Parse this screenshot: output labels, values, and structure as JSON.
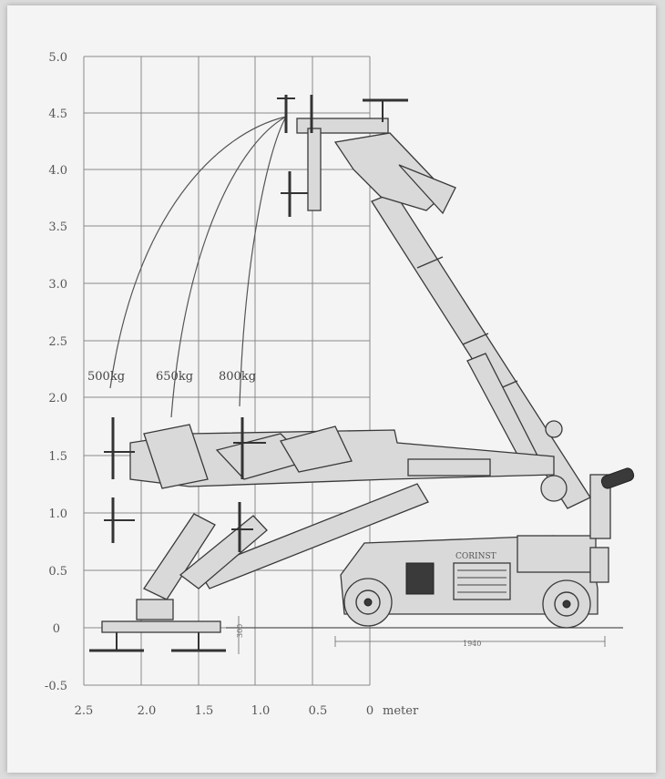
{
  "y_ticks": [
    "5.0",
    "4.5",
    "4.0",
    "3.5",
    "3.0",
    "2.5",
    "2.0",
    "1.5",
    "1.0",
    "0.5",
    "0",
    "-0.5"
  ],
  "x_ticks": [
    "2.5",
    "2.0",
    "1.5",
    "1.0",
    "0.5",
    "0"
  ],
  "x_unit": "meter",
  "loads": [
    "500kg",
    "650kg",
    "800kg"
  ],
  "brand": "CORINST",
  "dims": [
    "1940",
    "300"
  ],
  "colors": {
    "ink": "#3a3a3a",
    "paper": "#f4f4f4",
    "grid": "#8a8a8a"
  }
}
